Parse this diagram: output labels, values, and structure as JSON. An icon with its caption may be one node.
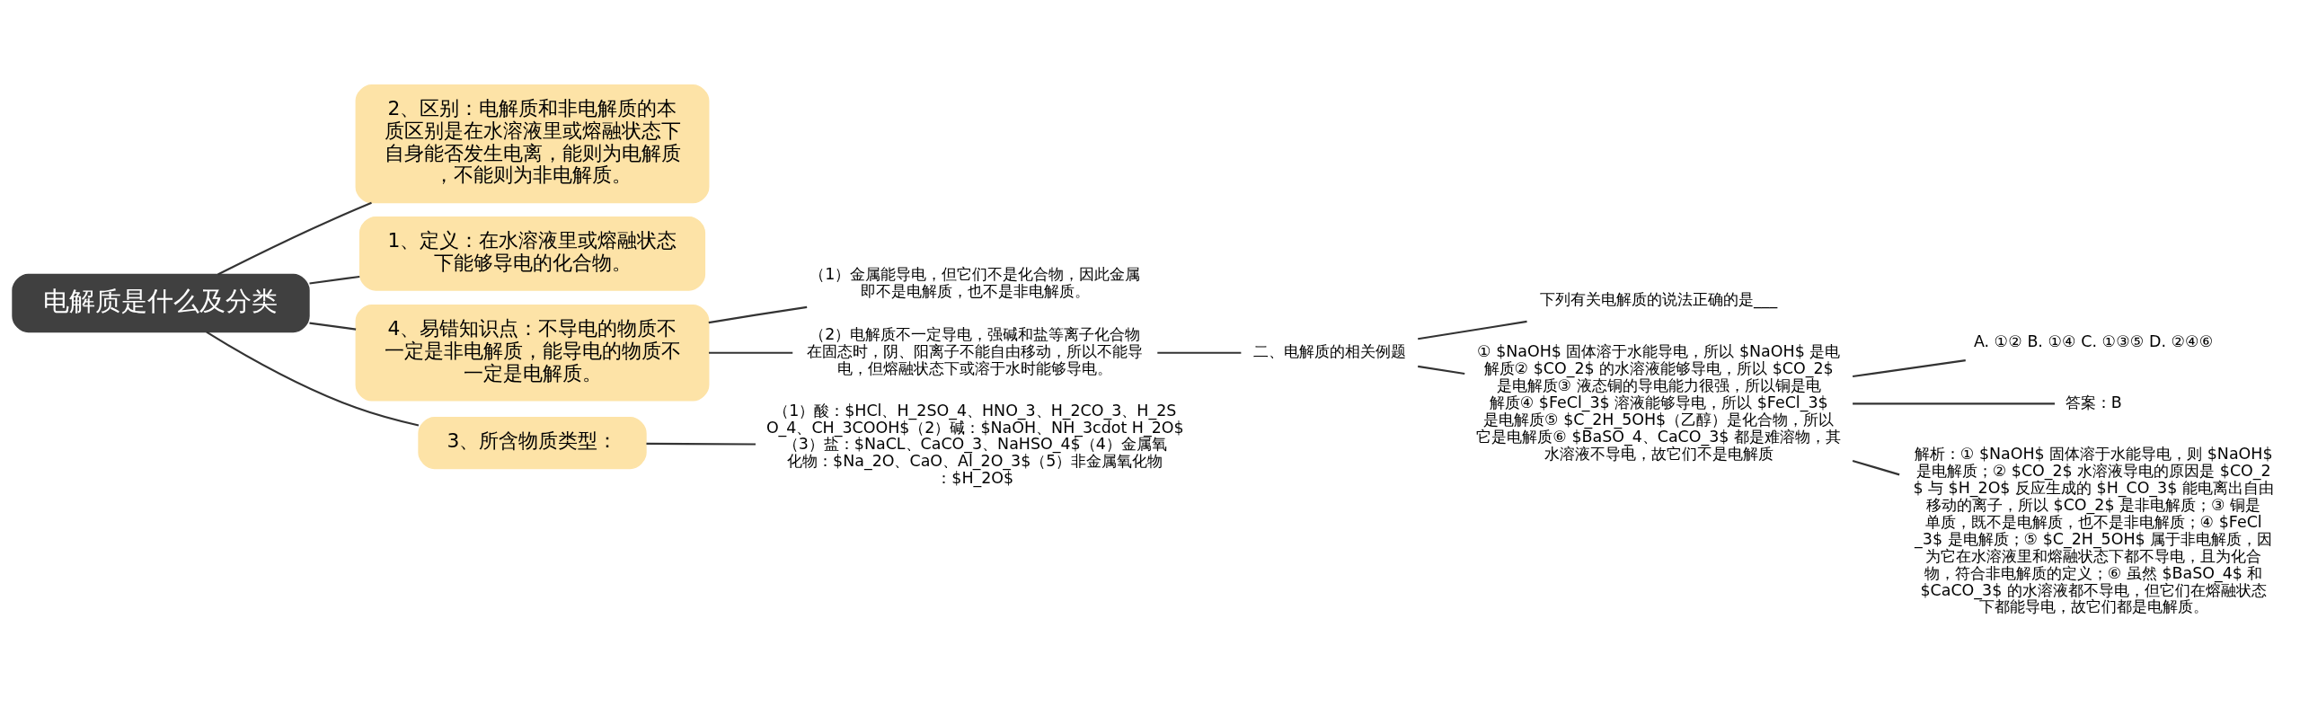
{
  "diagram": {
    "nodes": [
      {
        "text": [
          "电解质是什么及分类"
        ]
      },
      {
        "text": [
          "2、区别：电解质和非电解质的本质区别是在水溶液里或熔融状态下自身能否发生电离，能则为电解质，不能则为非电解质。"
        ]
      },
      {
        "text": [
          "1、定义：在水溶液里或熔融状态下能够导电的化合物。"
        ]
      },
      {
        "text": [
          "4、易错知识点：不导电的物质不一定是非电解质，能导电的物质不一定是电解质。"
        ]
      },
      {
        "text": [
          "3、所含物质类型："
        ]
      },
      {
        "text": [
          "（1）酸：$HCl、H_2SO_4、HNO_3、H_2CO_3、H_2SO_4、CH_3COOH$（2）碱：$NaOH、NH_3cdot H_2O$（3）盐：$NaCL、CaCO_3、NaHSO_4$（4）金属氧化物：$Na_2O、CaO、Al_2O_3$（5）非金属氧化物：$H_2O$"
        ]
      },
      {
        "text": [
          "（1）金属能导电，但它们不是化合物，因此金属即不是电解质，也不是非电解质。"
        ]
      },
      {
        "text": [
          "（2）电解质不一定导电，强碱和盐等离子化合物在固态时，阴、阳离子不能自由移动，所以不能导电，但熔融状态下或溶于水时能够导电。"
        ]
      },
      {
        "text": [
          "二、电解质的相关例题"
        ]
      },
      {
        "text": [
          "下列有关电解质的说法正确的是___"
        ]
      },
      {
        "text": [
          "① $NaOH$ 固体溶于水能导电，所以 $NaOH$ 是电解质② $CO_2$ 的水溶液能够导电，所以 $CO_2$ 是电解质③ 液态铜的导电能力很强，所以铜是电解质④ $FeCl_3$ 溶液能够导电，所以 $FeCl_3$ 是电解质⑤ $C_2H_5OH$（乙醇）是化合物，所以它是电解质⑥ $BaSO_4、CaCO_3$ 都是难溶物，其水溶液不导电，故它们不是电解质"
        ]
      },
      {
        "text": [
          "A. ①② B. ①④ C. ①③⑤ D. ②④⑥"
        ]
      },
      {
        "text": [
          "答案：B"
        ]
      },
      {
        "text": [
          "解析：① $NaOH$ 固体溶于水能导电，则 $NaOH$ 是电解质；② $CO_2$ 水溶液导电的原因是 $CO_2$ 与 $H_2O$ 反应生成的 $H_CO_3$ 能电离出自由移动的离子，所以 $CO_2$ 是非电解质；③ 铜是单质，既不是电解质，也不是非电解质；④ $FeCl_3$ 是电解质；⑤ $C_2H_5OH$ 属于非电解质，因为它在水溶液里和熔融状态下都不导电，且为化合物，符合非电解质的定义；⑥ 虽然 $BaSO_4$ 和 $CaCO_3$ 的水溶液都不导电，但它们在熔融状态下都能导电，故它们都是电解质。"
        ]
      }
    ],
    "edges": [
      {
        "from": 0,
        "to": 1,
        "arrow": "none"
      },
      {
        "from": 0,
        "to": 2,
        "arrow": "none"
      },
      {
        "from": 0,
        "to": 3,
        "arrow": "none"
      },
      {
        "from": 0,
        "to": 4,
        "arrow": "none"
      },
      {
        "from": 4,
        "to": 5,
        "arrow": "none"
      },
      {
        "from": 3,
        "to": 6,
        "arrow": "none"
      },
      {
        "from": 3,
        "to": 7,
        "arrow": "none"
      },
      {
        "from": 7,
        "to": 8,
        "arrow": "none"
      },
      {
        "from": 8,
        "to": 9,
        "arrow": "none"
      },
      {
        "from": 8,
        "to": 10,
        "arrow": "none"
      },
      {
        "from": 10,
        "to": 11,
        "arrow": "none"
      },
      {
        "from": 10,
        "to": 12,
        "arrow": "none"
      },
      {
        "from": 10,
        "to": 13,
        "arrow": "none"
      }
    ]
  }
}
